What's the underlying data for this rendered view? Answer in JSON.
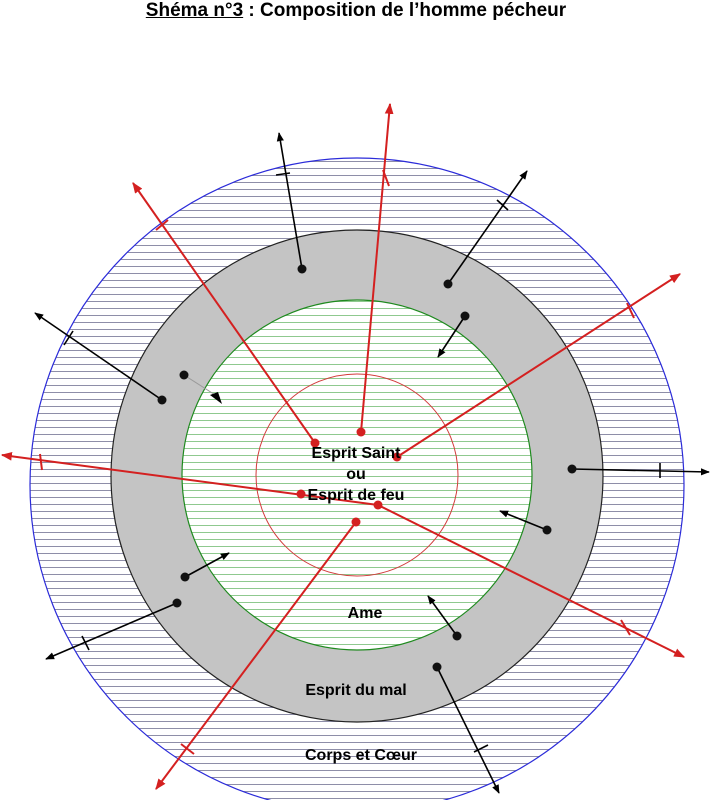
{
  "title": {
    "prefix": "Shéma n°3",
    "rest": " : Composition de l’homme pécheur"
  },
  "labels": {
    "center_line1": "Esprit Saint",
    "center_line2": "ou",
    "center_line3": "Esprit de feu",
    "ame": "Ame",
    "esprit_du_mal": "Esprit du mal",
    "corps": "Corps et Cœur"
  },
  "colors": {
    "outer_ring_stroke": "#2b2bd9",
    "hatch_outer": "#8e8ea8",
    "grey_ring": "#c4c4c4",
    "soul_stroke": "#1f8a1f",
    "hatch_soul": "#8fc98f",
    "spirit_stroke": "#d23b3b",
    "red_arrow": "#d42020",
    "black_arrow": "#000000"
  }
}
